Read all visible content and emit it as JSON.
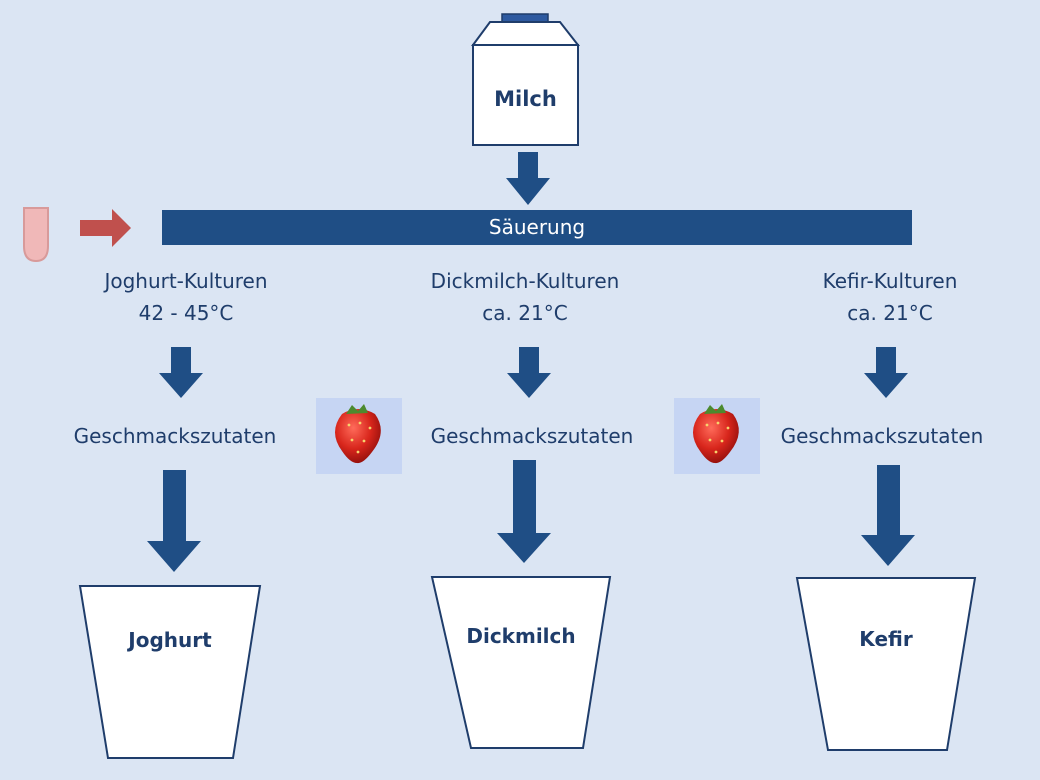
{
  "milk": {
    "label": "Milch"
  },
  "acidification": {
    "label": "Säuerung"
  },
  "branches": [
    {
      "culture": "Joghurt-Kulturen",
      "temperature": "42 - 45°C",
      "flavor": "Geschmackszutaten",
      "product": "Joghurt"
    },
    {
      "culture": "Dickmilch-Kulturen",
      "temperature": "ca. 21°C",
      "flavor": "Geschmackszutaten",
      "product": "Dickmilch"
    },
    {
      "culture": "Kefir-Kulturen",
      "temperature": "ca. 21°C",
      "flavor": "Geschmackszutaten",
      "product": "Kefir"
    }
  ],
  "colors": {
    "background": "#dbe5f3",
    "arrow": "#1f4e85",
    "bar": "#1f4e85",
    "text": "#1f3d6b",
    "red_arrow": "#c0504d",
    "test_tube": "#f0b8b8",
    "strawberry_tile": "#c6d5f3"
  },
  "icons": [
    "milk-carton-icon",
    "test-tube-icon",
    "strawberry-icon",
    "yogurt-cup-icon"
  ]
}
